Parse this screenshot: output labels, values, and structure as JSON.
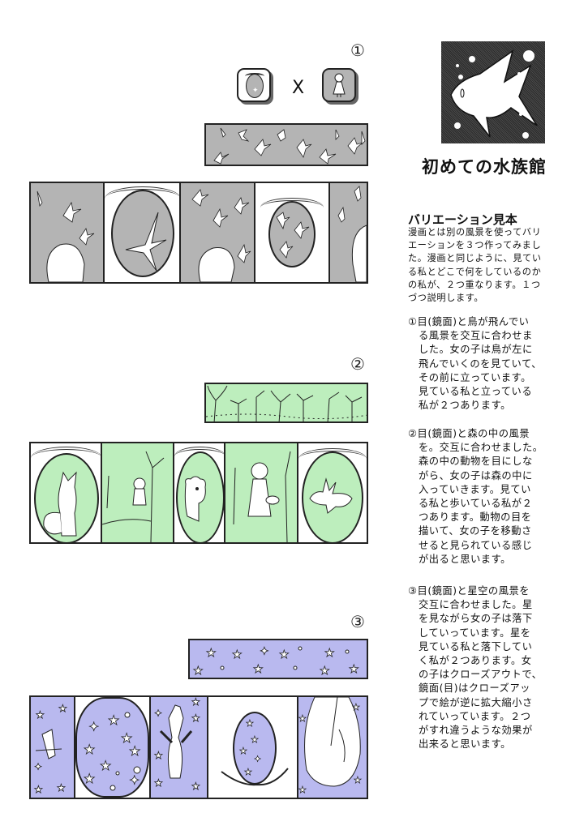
{
  "logo": {
    "title": "初めての水族館",
    "icon": "fish-icon",
    "colors": {
      "background": "#3a3a3a",
      "fish": "#ffffff"
    }
  },
  "sidebar": {
    "heading": "バリエーション見本",
    "intro": [
      "漫画とは別の風景を使ってバリ",
      "エーションを３つ作ってみまし",
      "た。漫画と同じように、見てい",
      "る私とどこで何をしているのか",
      "の私が、２つ重なります。１つ",
      "づつ説明します。"
    ],
    "items": [
      {
        "marker": "①",
        "lines": [
          "目(鏡面)と鳥が飛んでい",
          "る風景を交互に合わせま",
          "した。女の子は鳥が左に",
          "飛んでいくのを見ていて、",
          "その前に立っています。",
          "見ている私と立っている",
          "私が２つあります。"
        ]
      },
      {
        "marker": "②",
        "lines": [
          "目(鏡面)と森の中の風景",
          "を。交互に合わせました。",
          "森の中の動物を目にしな",
          "がら、女の子は森の中に",
          "入っていきます。見てい",
          "る私と歩いている私が２",
          "つあります。動物の目を",
          "描いて、女の子を移動さ",
          "せると見られている感じ",
          "が出ると思います。"
        ]
      },
      {
        "marker": "③",
        "lines": [
          "目(鏡面)と星空の風景を",
          "交互に合わせました。星",
          "を見ながら女の子は落下",
          "していっています。星を",
          "見ている私と落下してい",
          "く私が２つあります。女",
          "の子はクローズアウトで、",
          "鏡面(目)はクローズアッ",
          "プで絵が逆に拡大縮小さ",
          "れていっています。２つ",
          "がすれ違うような効果が",
          "出来ると思います。"
        ]
      }
    ]
  },
  "sections": [
    {
      "number": "①",
      "theme": "birds",
      "color": "#b4b4b4",
      "header_icons": {
        "left": "eye-mirror-icon",
        "operator": "X",
        "right": "girl-silhouette-icon"
      },
      "strip": "bird-flock-strip",
      "panels": [
        "girl-back-birds",
        "eye-bird",
        "girl-back-birds",
        "eye-birds-small",
        "girl-back-birds"
      ]
    },
    {
      "number": "②",
      "theme": "forest",
      "color": "#bdeebd",
      "strip": "forest-strip",
      "panels": [
        "eye-fox",
        "girl-walking-forest",
        "eye-bear",
        "girl-back-basket",
        "eye-rabbit"
      ]
    },
    {
      "number": "③",
      "theme": "starry-sky",
      "color": "#b9b9ef",
      "strip": "star-strip",
      "panels": [
        "girl-falling-small",
        "eye-stars-large",
        "girl-falling",
        "eye-stars-small",
        "girl-hair-closeup"
      ]
    }
  ]
}
